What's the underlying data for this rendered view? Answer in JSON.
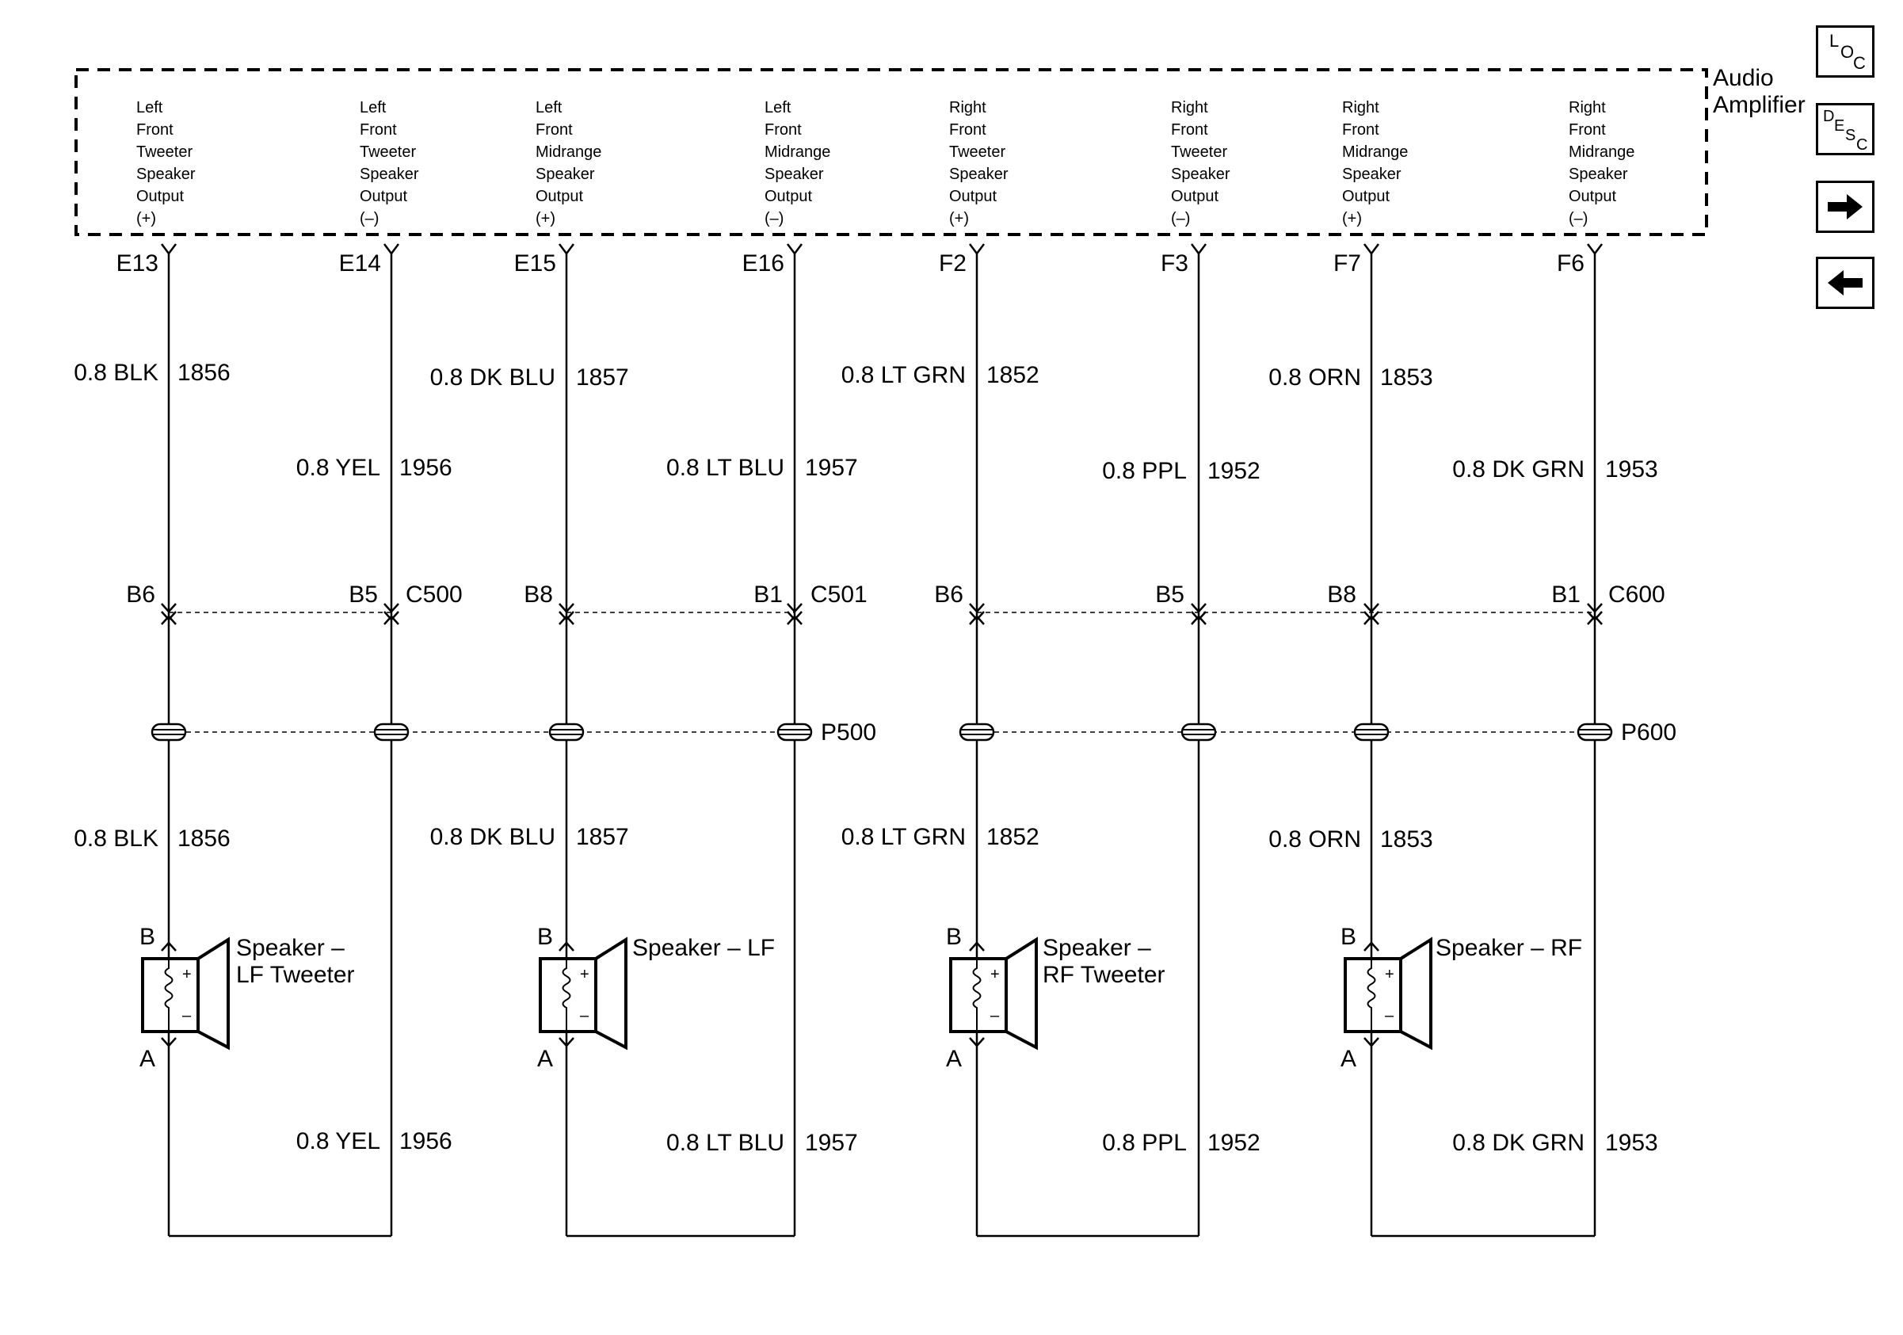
{
  "amplifier": {
    "label_line1": "Audio",
    "label_line2": "Amplifier"
  },
  "outputs": [
    {
      "lines": [
        "Left",
        "Front",
        "Tweeter",
        "Speaker",
        "Output",
        "(+)"
      ],
      "pin": "E13"
    },
    {
      "lines": [
        "Left",
        "Front",
        "Tweeter",
        "Speaker",
        "Output",
        "(–)"
      ],
      "pin": "E14"
    },
    {
      "lines": [
        "Left",
        "Front",
        "Midrange",
        "Speaker",
        "Output",
        "(+)"
      ],
      "pin": "E15"
    },
    {
      "lines": [
        "Left",
        "Front",
        "Midrange",
        "Speaker",
        "Output",
        "(–)"
      ],
      "pin": "E16"
    },
    {
      "lines": [
        "Right",
        "Front",
        "Tweeter",
        "Speaker",
        "Output",
        "(+)"
      ],
      "pin": "F2"
    },
    {
      "lines": [
        "Right",
        "Front",
        "Tweeter",
        "Speaker",
        "Output",
        "(–)"
      ],
      "pin": "F3"
    },
    {
      "lines": [
        "Right",
        "Front",
        "Midrange",
        "Speaker",
        "Output",
        "(+)"
      ],
      "pin": "F7"
    },
    {
      "lines": [
        "Right",
        "Front",
        "Midrange",
        "Speaker",
        "Output",
        "(–)"
      ],
      "pin": "F6"
    }
  ],
  "upper_wires": [
    {
      "spec": "0.8 BLK",
      "circuit": "1856"
    },
    {
      "spec": "0.8 YEL",
      "circuit": "1956"
    },
    {
      "spec": "0.8 DK BLU",
      "circuit": "1857"
    },
    {
      "spec": "0.8 LT BLU",
      "circuit": "1957"
    },
    {
      "spec": "0.8 LT GRN",
      "circuit": "1852"
    },
    {
      "spec": "0.8 PPL",
      "circuit": "1952"
    },
    {
      "spec": "0.8 ORN",
      "circuit": "1853"
    },
    {
      "spec": "0.8 DK GRN",
      "circuit": "1953"
    }
  ],
  "connector_pins": [
    "B6",
    "B5",
    "B8",
    "B1",
    "B6",
    "B5",
    "B8",
    "B1"
  ],
  "connectors": [
    "C500",
    "C501",
    "C600"
  ],
  "plugs": [
    "P500",
    "P600"
  ],
  "lower_wires_plus": [
    {
      "spec": "0.8 BLK",
      "circuit": "1856"
    },
    {
      "spec": "0.8 DK BLU",
      "circuit": "1857"
    },
    {
      "spec": "0.8 LT GRN",
      "circuit": "1852"
    },
    {
      "spec": "0.8 ORN",
      "circuit": "1853"
    }
  ],
  "lower_wires_minus": [
    {
      "spec": "0.8 YEL",
      "circuit": "1956"
    },
    {
      "spec": "0.8 LT BLU",
      "circuit": "1957"
    },
    {
      "spec": "0.8 PPL",
      "circuit": "1952"
    },
    {
      "spec": "0.8 DK GRN",
      "circuit": "1953"
    }
  ],
  "speakers": [
    {
      "name_line1": "Speaker –",
      "name_line2": "LF Tweeter",
      "pin_top": "B",
      "pin_bottom": "A",
      "plus": "+",
      "minus": "–"
    },
    {
      "name_line1": "Speaker – LF",
      "name_line2": "",
      "pin_top": "B",
      "pin_bottom": "A",
      "plus": "+",
      "minus": "–"
    },
    {
      "name_line1": "Speaker –",
      "name_line2": "RF Tweeter",
      "pin_top": "B",
      "pin_bottom": "A",
      "plus": "+",
      "minus": "–"
    },
    {
      "name_line1": "Speaker – RF",
      "name_line2": "",
      "pin_top": "B",
      "pin_bottom": "A",
      "plus": "+",
      "minus": "–"
    }
  ],
  "nav": {
    "loc": {
      "l": "L",
      "o": "O",
      "c": "C"
    },
    "desc": {
      "d": "D",
      "e": "E",
      "s": "S",
      "c": "C"
    },
    "icons": [
      "arrow-right-icon",
      "arrow-left-icon"
    ]
  }
}
